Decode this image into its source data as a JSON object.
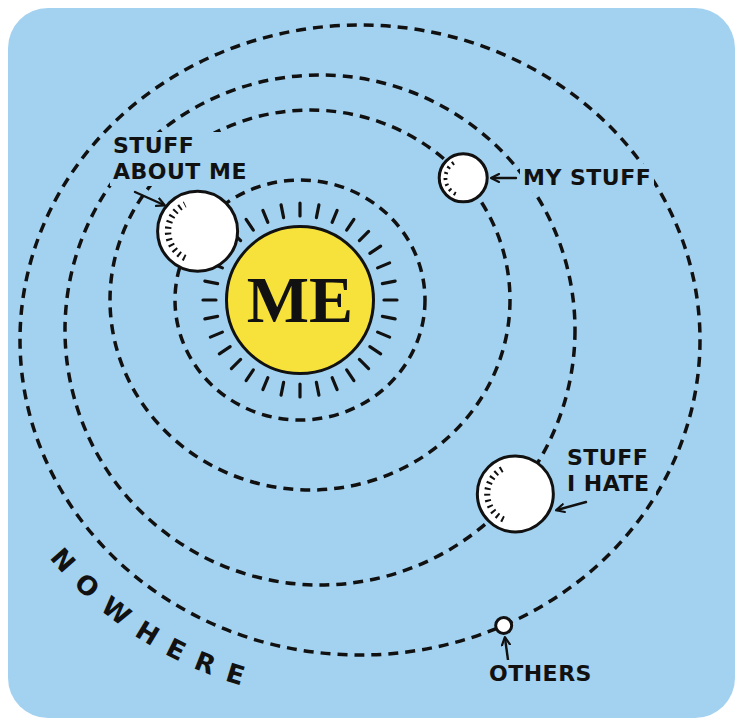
{
  "diagram": {
    "nodes": [
      {
        "text": [
          "ME"
        ]
      }
    ],
    "labels": [
      "STUFF ABOUT ME",
      "MY STUFF",
      "STUFF I HATE",
      "OTHERS",
      "NOWHERE"
    ]
  }
}
